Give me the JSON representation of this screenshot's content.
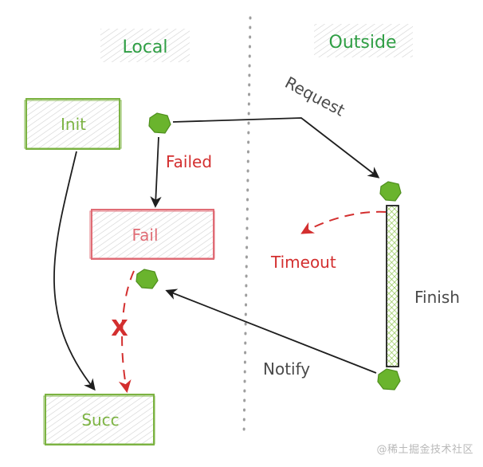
{
  "diagram": {
    "colors": {
      "green_text": "#2f9e44",
      "green_box": "#7cb342",
      "green_node": "#6ab42d",
      "red": "#d32f2f",
      "red_box": "#e06c75",
      "ink": "#1e1e1e",
      "gray_text": "#4a4a4a",
      "divider": "#9e9e9e",
      "hatch": "#cfcfcf"
    },
    "sections": {
      "local": "Local",
      "outside": "Outside"
    },
    "boxes": {
      "init": "Init",
      "fail": "Fail",
      "succ": "Succ"
    },
    "labels": {
      "failed": "Failed",
      "request": "Request",
      "timeout": "Timeout",
      "finish": "Finish",
      "notify": "Notify",
      "cross": "X"
    },
    "watermark": "@稀土掘金技术社区"
  }
}
